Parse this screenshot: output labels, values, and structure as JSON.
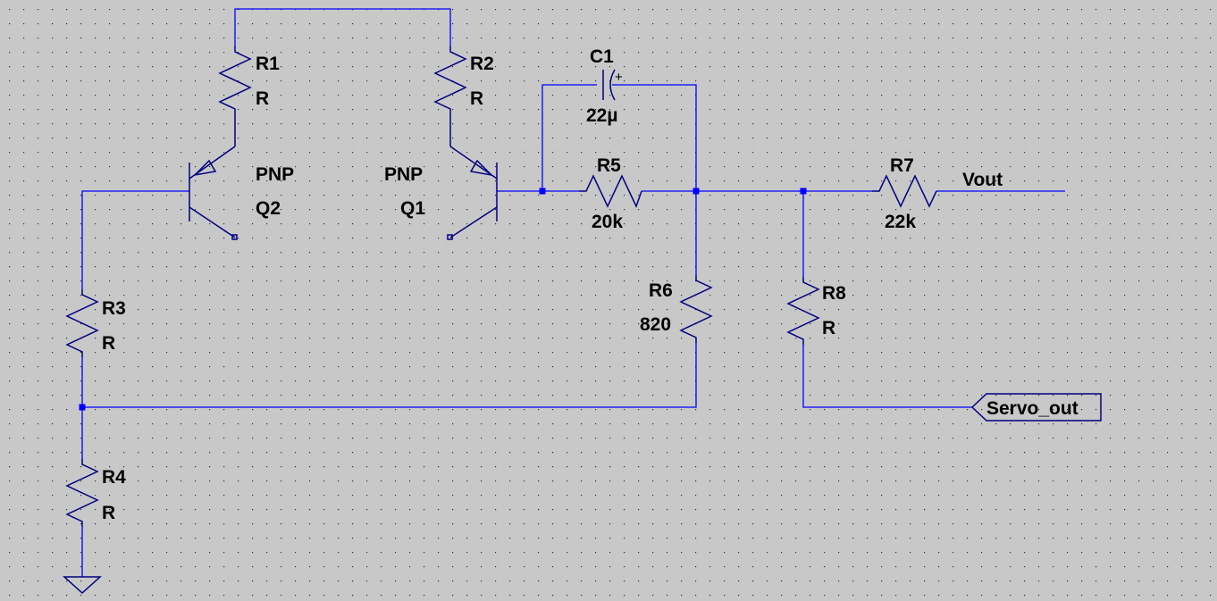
{
  "colors": {
    "background": "#c8c8c8",
    "wire": "#0000ff",
    "component": "#000080",
    "junction": "#0000ff",
    "text": "#000000",
    "grid_dot": "#000000"
  },
  "components": {
    "R1": {
      "name": "R1",
      "value": "R"
    },
    "R2": {
      "name": "R2",
      "value": "R"
    },
    "R3": {
      "name": "R3",
      "value": "R"
    },
    "R4": {
      "name": "R4",
      "value": "R"
    },
    "R5": {
      "name": "R5",
      "value": "20k"
    },
    "R6": {
      "name": "R6",
      "value": "820"
    },
    "R7": {
      "name": "R7",
      "value": "22k"
    },
    "R8": {
      "name": "R8",
      "value": "R"
    },
    "C1": {
      "name": "C1",
      "value": "22µ",
      "polarity": "+"
    },
    "Q1": {
      "name": "Q1",
      "type": "PNP"
    },
    "Q2": {
      "name": "Q2",
      "type": "PNP"
    }
  },
  "nets": {
    "vout": "Vout",
    "servo_out": "Servo_out"
  }
}
